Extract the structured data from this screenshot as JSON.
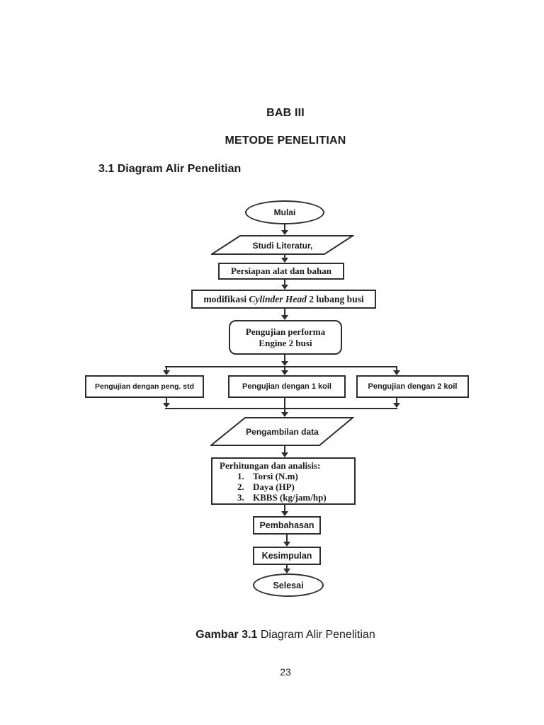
{
  "page": {
    "chapter_title": "BAB III",
    "chapter_heading": "METODE PENELITIAN",
    "section_heading": "3.1 Diagram Alir Penelitian",
    "page_number": "23"
  },
  "caption": {
    "bold": "Gambar 3.1",
    "rest": " Diagram Alir Penelitian"
  },
  "flowchart": {
    "start": {
      "label": "Mulai"
    },
    "literature": {
      "label": "Studi Literatur,"
    },
    "preparation": {
      "label": "Persiapan alat dan bahan"
    },
    "modification": {
      "prefix": "modifikasi ",
      "italic": "Cylinder Head",
      "suffix": " 2 lubang busi"
    },
    "performance": {
      "line1": "Pengujian performa",
      "line2": "Engine 2 busi"
    },
    "branch_std": {
      "label": "Pengujian dengan peng. std"
    },
    "branch_one_coil": {
      "label": "Pengujian dengan 1 koil"
    },
    "branch_two_coil": {
      "label": "Pengujian dengan 2 koil"
    },
    "data_collection": {
      "label": "Pengambilan data"
    },
    "analysis": {
      "title": "Perhitungan dan analisis:",
      "items": [
        {
          "num": "1.",
          "label": "Torsi (N.m)"
        },
        {
          "num": "2.",
          "label": "Daya (HP)"
        },
        {
          "num": "3.",
          "label": "KBBS (kg/jam/hp)"
        }
      ]
    },
    "discussion": {
      "label": "Pembahasan"
    },
    "conclusion": {
      "label": "Kesimpulan"
    },
    "end": {
      "label": "Selesai"
    }
  },
  "colors": {
    "ink": "#2e2e2e",
    "text": "#1b1b1b",
    "background": "#ffffff"
  }
}
